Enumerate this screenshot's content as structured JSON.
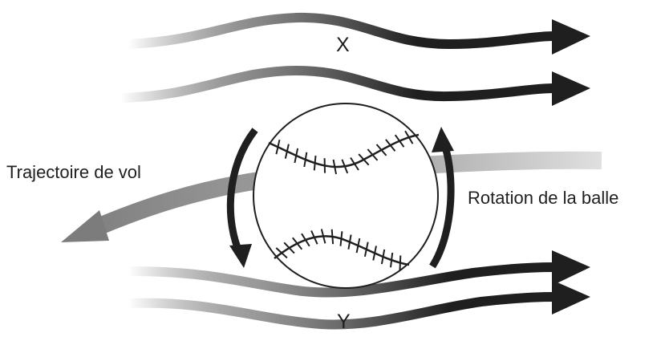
{
  "labels": {
    "x": "X",
    "y": "Y",
    "trajectory": "Trajectoire de vol",
    "rotation": "Rotation de la balle"
  },
  "colors": {
    "ink": "#1f1f1f",
    "flight_path": "#8a8a8a",
    "background": "#ffffff"
  }
}
